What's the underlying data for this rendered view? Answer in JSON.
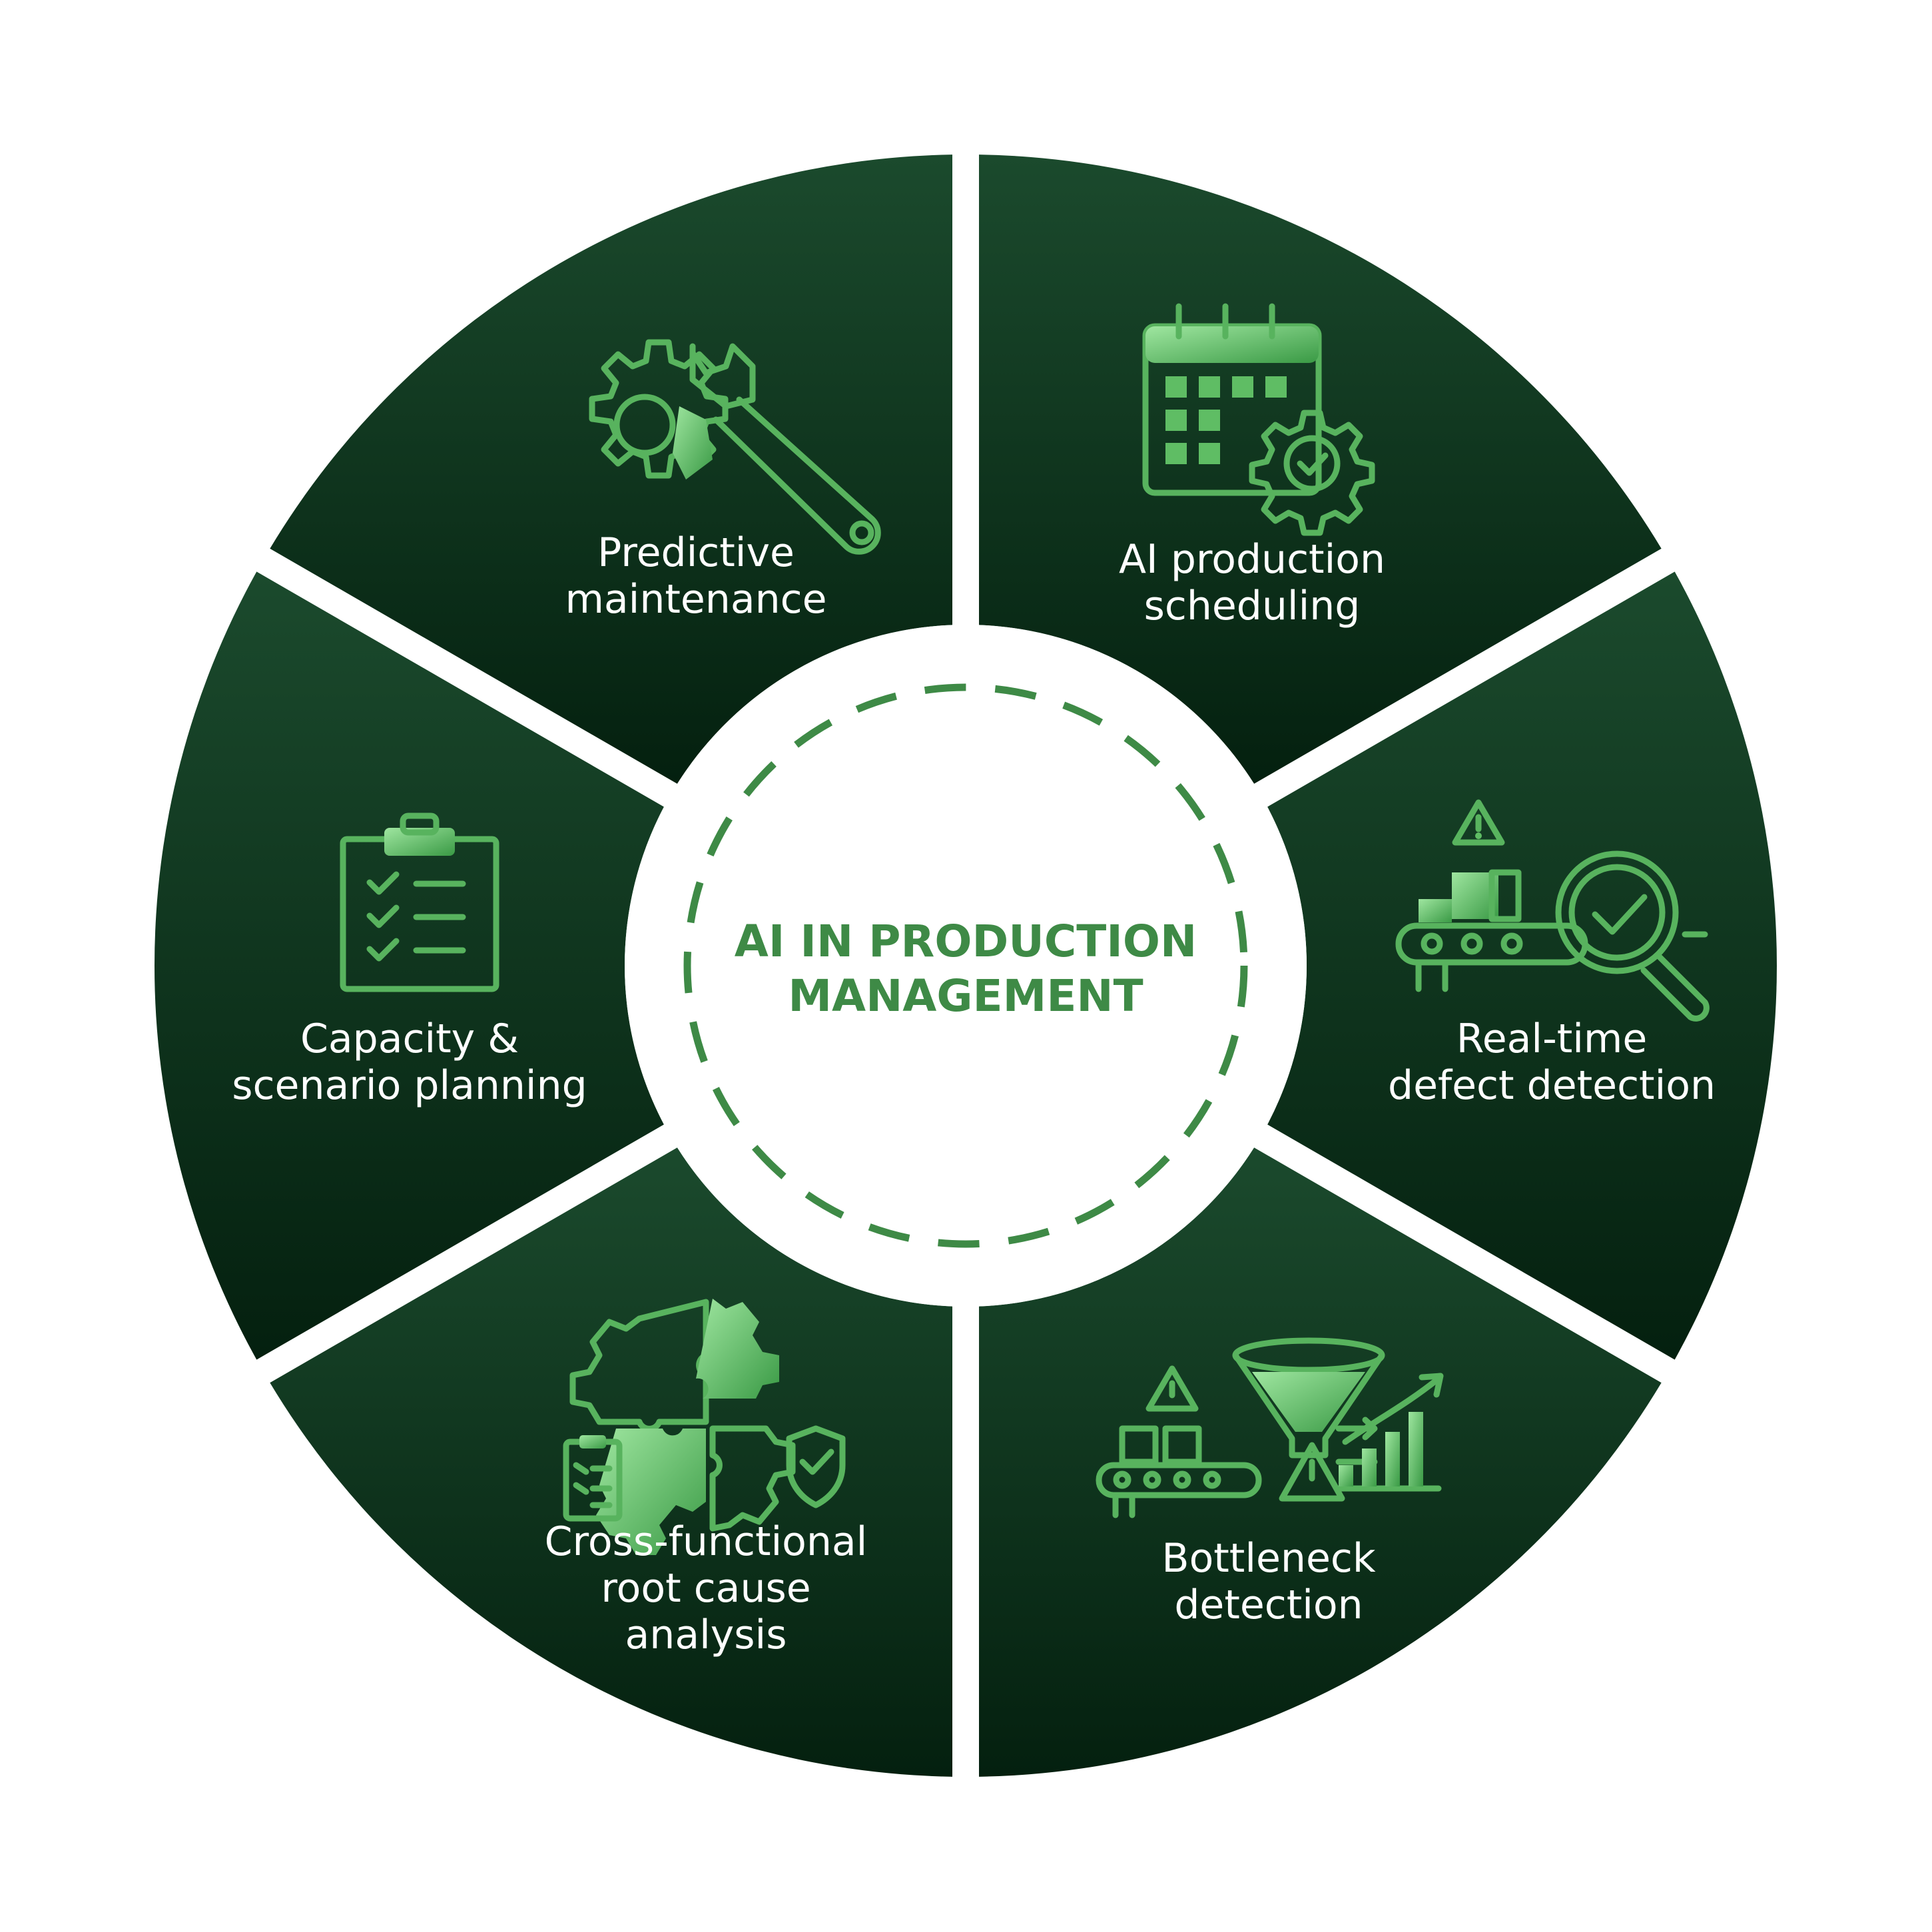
{
  "center": {
    "title_line1": "AI IN PRODUCTION",
    "title_line2": "MANAGEMENT"
  },
  "segments": [
    {
      "id": "predictive-maintenance",
      "icon": "gear-wrench-icon",
      "lines": [
        "Predictive",
        "maintenance"
      ]
    },
    {
      "id": "ai-production-scheduling",
      "icon": "calendar-gear-icon",
      "lines": [
        "AI production",
        "scheduling"
      ]
    },
    {
      "id": "real-time-defect-detection",
      "icon": "conveyor-magnifier-icon",
      "lines": [
        "Real-time",
        "defect detection"
      ]
    },
    {
      "id": "bottleneck-detection",
      "icon": "funnel-chart-icon",
      "lines": [
        "Bottleneck",
        "detection"
      ]
    },
    {
      "id": "cross-functional-root-cause-analysis",
      "icon": "puzzle-gear-icon",
      "lines": [
        "Cross-functional",
        "root cause",
        "analysis"
      ]
    },
    {
      "id": "capacity-scenario-planning",
      "icon": "clipboard-checklist-icon",
      "lines": [
        "Capacity &",
        "scenario planning"
      ]
    }
  ],
  "colors": {
    "segment_top": "#1a4a2c",
    "segment_bottom": "#062414",
    "accent": "#3e8a46",
    "icon": "#58b35e"
  }
}
